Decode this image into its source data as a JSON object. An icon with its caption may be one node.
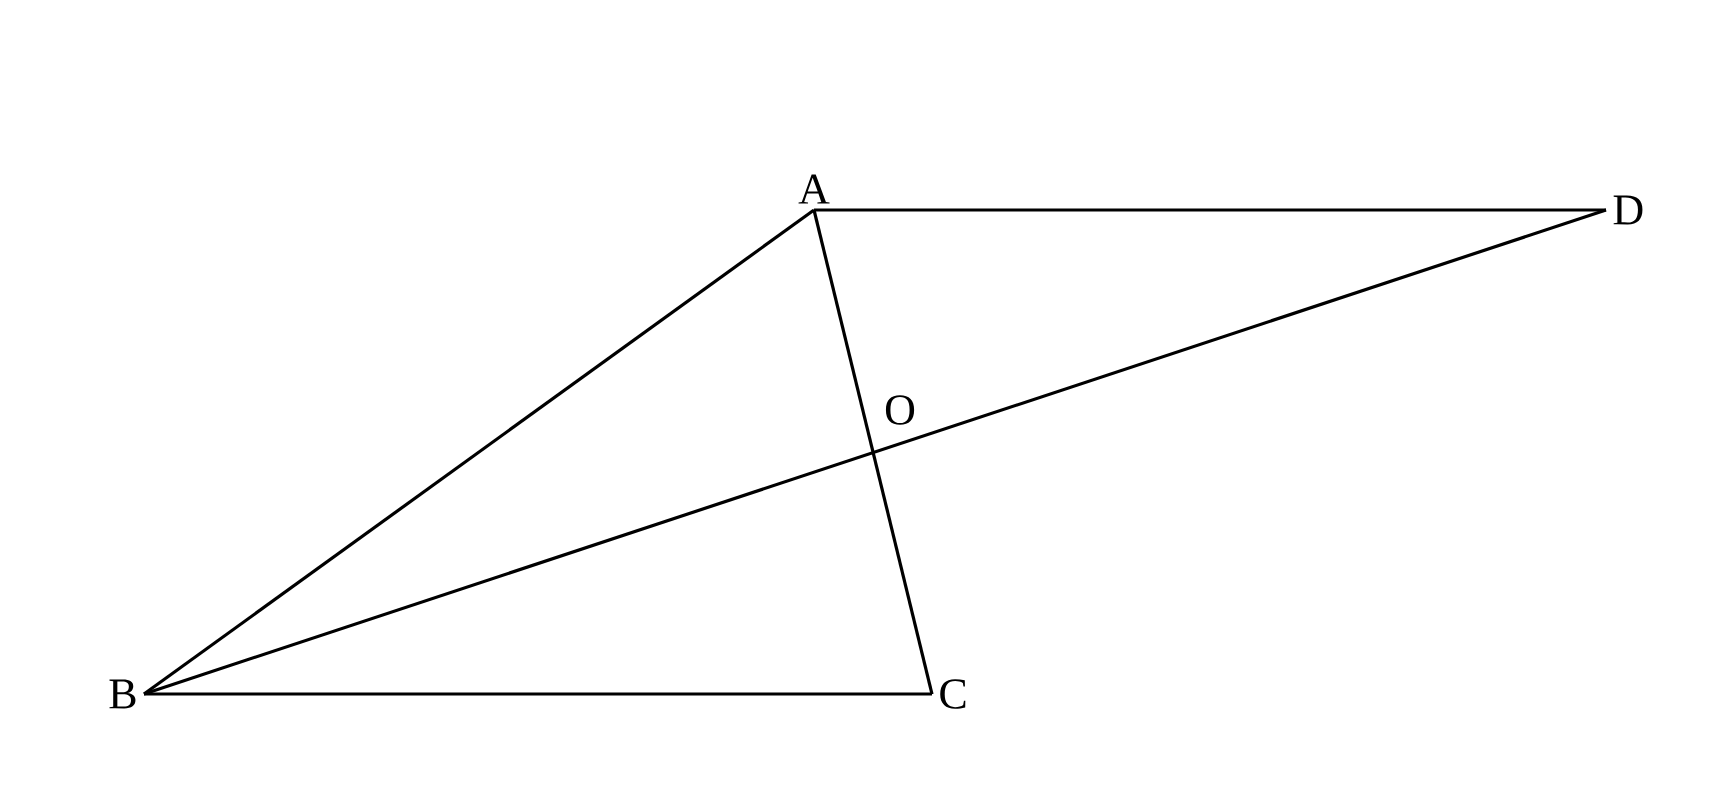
{
  "diagram": {
    "nodes": [
      {
        "text": [
          "A"
        ]
      },
      {
        "text": [
          "B"
        ]
      },
      {
        "text": [
          "C"
        ]
      },
      {
        "text": [
          "D"
        ]
      }
    ],
    "edges": [
      {
        "from": 0,
        "to": 3,
        "arrow": "none"
      },
      {
        "from": 0,
        "to": 1,
        "arrow": "none"
      },
      {
        "from": 0,
        "to": 2,
        "arrow": "none"
      },
      {
        "from": 1,
        "to": 3,
        "arrow": "none"
      },
      {
        "from": 1,
        "to": 2,
        "arrow": "none"
      }
    ],
    "labels": [
      "O"
    ]
  }
}
